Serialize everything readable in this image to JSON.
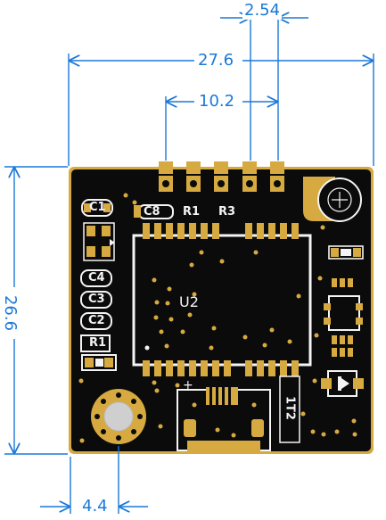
{
  "dimensions": {
    "pin_pitch": "2.54",
    "board_width": "27.6",
    "header_span": "10.2",
    "board_height": "26.6",
    "mount_hole_offset": "4.4"
  },
  "silkscreen": {
    "module": "U2",
    "c1": "C1",
    "c8": "C8",
    "r1_top": "R1",
    "r3": "R3",
    "c4": "C4",
    "c3": "C3",
    "c2": "C2",
    "r1_left": "R1",
    "plus": "+",
    "vertical_label": "1T2"
  },
  "colors": {
    "dimension_line": "#1a78d8",
    "pcb": "#0b0b0b",
    "copper": "#d6aa40",
    "silkscreen": "#f4f4f4"
  }
}
